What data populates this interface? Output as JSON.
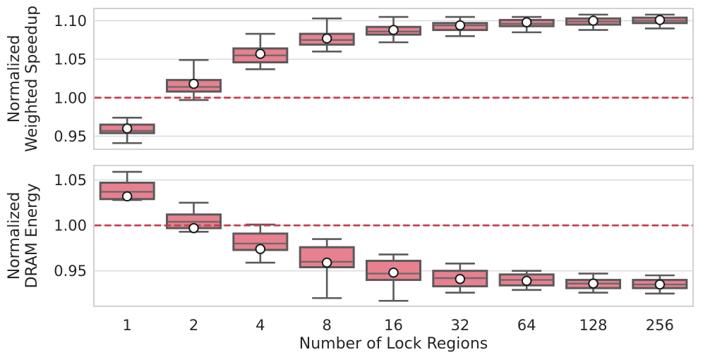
{
  "figure": {
    "xlabel": "Number of Lock Regions",
    "categories": [
      "1",
      "2",
      "4",
      "8",
      "16",
      "32",
      "64",
      "128",
      "256"
    ],
    "colors": {
      "background": "#ffffff",
      "box_fill": "#E8808F",
      "box_edge": "#5A5A5A",
      "whisker": "#5A5A5A",
      "median": "#6A6A6A",
      "mean_face": "#FFFFFF",
      "mean_edge": "#1A1A1A",
      "grid": "#DCDCDC",
      "spine": "#C9C9C9",
      "refline": "#C73E4E",
      "text": "#262626"
    }
  },
  "chart_data": [
    {
      "type": "boxplot",
      "id": "weighted-speedup",
      "ylabel": "Normalized Weighted Speedup",
      "ylabel_lines": [
        "Normalized",
        "Weighted Speedup"
      ],
      "xlabel": "Number of Lock Regions",
      "categories": [
        "1",
        "2",
        "4",
        "8",
        "16",
        "32",
        "64",
        "128",
        "256"
      ],
      "yticks": [
        0.95,
        1.0,
        1.05,
        1.1
      ],
      "ylim": [
        0.933,
        1.116
      ],
      "grid": true,
      "refline_y": 1.0,
      "refline_style": "dashed-red",
      "boxes": [
        {
          "label": "1",
          "whislo": 0.941,
          "q1": 0.954,
          "med": 0.957,
          "q3": 0.965,
          "whishi": 0.974,
          "mean": 0.96
        },
        {
          "label": "2",
          "whislo": 0.997,
          "q1": 1.008,
          "med": 1.014,
          "q3": 1.023,
          "whishi": 1.049,
          "mean": 1.018
        },
        {
          "label": "4",
          "whislo": 1.037,
          "q1": 1.046,
          "med": 1.055,
          "q3": 1.064,
          "whishi": 1.083,
          "mean": 1.057
        },
        {
          "label": "8",
          "whislo": 1.06,
          "q1": 1.069,
          "med": 1.075,
          "q3": 1.083,
          "whishi": 1.103,
          "mean": 1.077
        },
        {
          "label": "16",
          "whislo": 1.072,
          "q1": 1.082,
          "med": 1.086,
          "q3": 1.092,
          "whishi": 1.105,
          "mean": 1.088
        },
        {
          "label": "32",
          "whislo": 1.08,
          "q1": 1.088,
          "med": 1.094,
          "q3": 1.097,
          "whishi": 1.105,
          "mean": 1.094
        },
        {
          "label": "64",
          "whislo": 1.085,
          "q1": 1.093,
          "med": 1.096,
          "q3": 1.101,
          "whishi": 1.105,
          "mean": 1.098
        },
        {
          "label": "128",
          "whislo": 1.088,
          "q1": 1.095,
          "med": 1.099,
          "q3": 1.103,
          "whishi": 1.108,
          "mean": 1.1
        },
        {
          "label": "256",
          "whislo": 1.09,
          "q1": 1.097,
          "med": 1.1,
          "q3": 1.104,
          "whishi": 1.108,
          "mean": 1.101
        }
      ]
    },
    {
      "type": "boxplot",
      "id": "dram-energy",
      "ylabel": "Normalized DRAM Energy",
      "ylabel_lines": [
        "Normalized",
        "DRAM Energy"
      ],
      "xlabel": "Number of Lock Regions",
      "categories": [
        "1",
        "2",
        "4",
        "8",
        "16",
        "32",
        "64",
        "128",
        "256"
      ],
      "yticks": [
        0.95,
        1.0,
        1.05
      ],
      "ylim": [
        0.911,
        1.066
      ],
      "grid": true,
      "refline_y": 1.0,
      "refline_style": "dashed-red",
      "boxes": [
        {
          "label": "1",
          "whislo": 1.028,
          "q1": 1.029,
          "med": 1.037,
          "q3": 1.047,
          "whishi": 1.059,
          "mean": 1.032
        },
        {
          "label": "2",
          "whislo": 0.993,
          "q1": 0.997,
          "med": 1.004,
          "q3": 1.012,
          "whishi": 1.025,
          "mean": 0.997
        },
        {
          "label": "4",
          "whislo": 0.959,
          "q1": 0.973,
          "med": 0.98,
          "q3": 0.991,
          "whishi": 1.001,
          "mean": 0.974
        },
        {
          "label": "8",
          "whislo": 0.92,
          "q1": 0.954,
          "med": 0.96,
          "q3": 0.976,
          "whishi": 0.985,
          "mean": 0.959
        },
        {
          "label": "16",
          "whislo": 0.917,
          "q1": 0.94,
          "med": 0.947,
          "q3": 0.961,
          "whishi": 0.968,
          "mean": 0.948
        },
        {
          "label": "32",
          "whislo": 0.926,
          "q1": 0.933,
          "med": 0.942,
          "q3": 0.95,
          "whishi": 0.958,
          "mean": 0.941
        },
        {
          "label": "64",
          "whislo": 0.929,
          "q1": 0.934,
          "med": 0.94,
          "q3": 0.946,
          "whishi": 0.95,
          "mean": 0.939
        },
        {
          "label": "128",
          "whislo": 0.926,
          "q1": 0.931,
          "med": 0.936,
          "q3": 0.94,
          "whishi": 0.947,
          "mean": 0.936
        },
        {
          "label": "256",
          "whislo": 0.925,
          "q1": 0.931,
          "med": 0.935,
          "q3": 0.94,
          "whishi": 0.945,
          "mean": 0.935
        }
      ]
    }
  ]
}
